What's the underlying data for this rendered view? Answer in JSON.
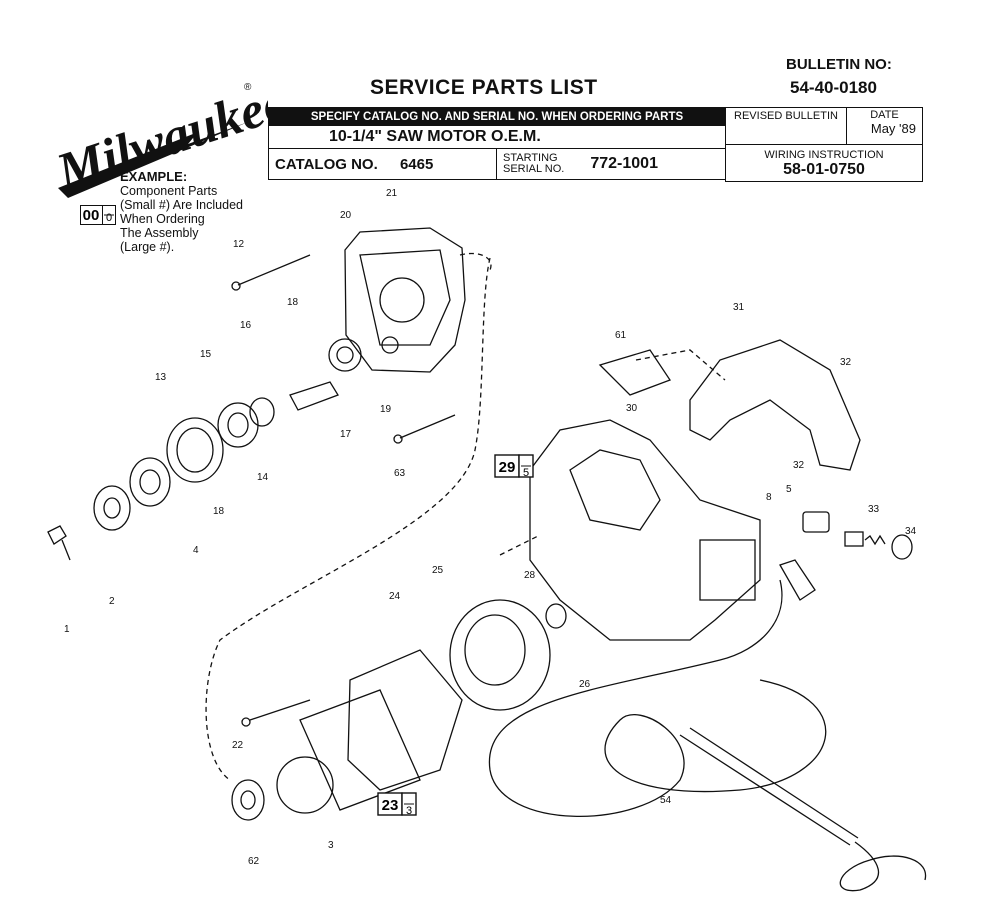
{
  "brand": "Milwaukee",
  "title": "SERVICE PARTS LIST",
  "bulletin": {
    "label": "BULLETIN NO:",
    "number": "54-40-0180"
  },
  "header": {
    "specify": "SPECIFY CATALOG NO. AND SERIAL NO. WHEN ORDERING PARTS",
    "model": "10-1/4\" SAW MOTOR O.E.M.",
    "catalog_label": "CATALOG NO.",
    "catalog_value": "6465",
    "starting_serial_label_1": "STARTING",
    "starting_serial_label_2": "SERIAL NO.",
    "starting_serial_value": "772-1001",
    "revised_bulletin_label": "REVISED BULLETIN",
    "date_label": "DATE",
    "date_value": "May '89",
    "wiring_label": "WIRING INSTRUCTION",
    "wiring_value": "58-01-0750"
  },
  "example": {
    "title": "EXAMPLE:",
    "lines": [
      "Component Parts",
      "(Small #) Are Included",
      "When Ordering",
      "The Assembly",
      "(Large #)."
    ],
    "box_large": "00",
    "box_small": "0"
  },
  "assemblies": [
    {
      "large": "29",
      "small": "5"
    },
    {
      "large": "23",
      "small": "3"
    }
  ],
  "part_labels": [
    "1",
    "2",
    "3",
    "4",
    "5",
    "8",
    "12",
    "13",
    "14",
    "15",
    "16",
    "17",
    "18",
    "18",
    "19",
    "20",
    "21",
    "22",
    "24",
    "25",
    "26",
    "28",
    "30",
    "31",
    "32",
    "32",
    "33",
    "34",
    "54",
    "61",
    "62",
    "63"
  ]
}
